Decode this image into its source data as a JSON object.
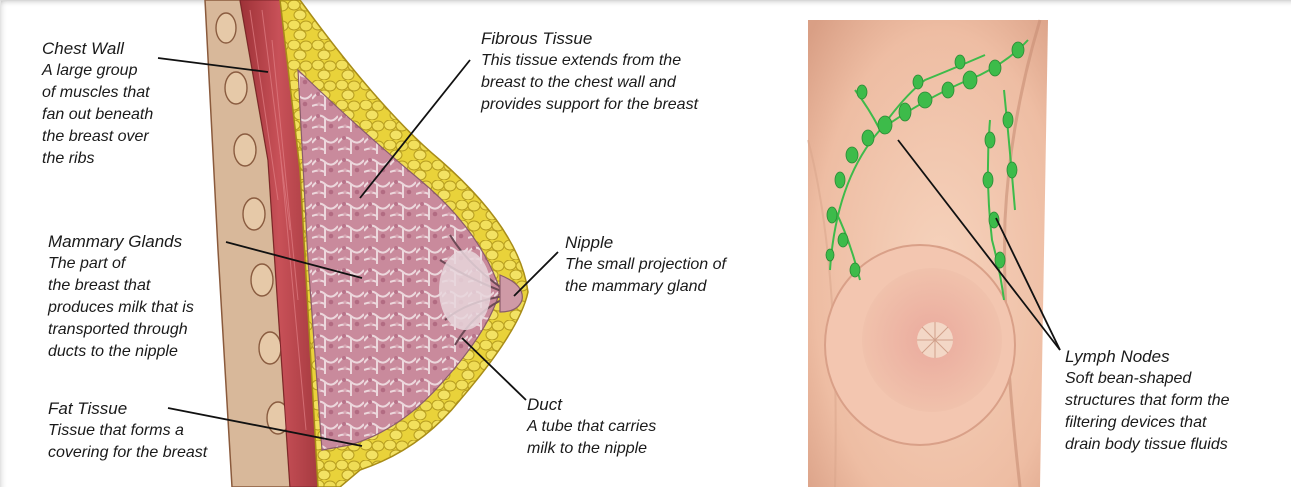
{
  "colors": {
    "muscle": "#b8454a",
    "fat": "#ecd93f",
    "gland": "#c8879a",
    "skin": "#f1c7ae",
    "lymph": "#3dbb4a",
    "leader": "#111111"
  },
  "labels": {
    "chest_wall": {
      "title": "Chest Wall",
      "description": "A large group\nof muscles that\nfan out beneath\nthe breast over\nthe ribs"
    },
    "fibrous_tissue": {
      "title": "Fibrous Tissue",
      "description": "This tissue extends from the\nbreast to the chest wall and\nprovides support for the breast"
    },
    "mammary_glands": {
      "title": "Mammary Glands",
      "description": "The part of\nthe breast that\nproduces milk that is\ntransported through\nducts to the nipple"
    },
    "nipple": {
      "title": "Nipple",
      "description": "The small projection of\nthe mammary gland"
    },
    "fat_tissue": {
      "title": "Fat Tissue",
      "description": "Tissue that forms a\ncovering for the breast"
    },
    "duct": {
      "title": "Duct",
      "description": "A tube that carries\nmilk to the nipple"
    },
    "lymph_nodes": {
      "title": "Lymph Nodes",
      "description": "Soft bean-shaped\nstructures that form the\nfiltering devices that\ndrain body tissue fluids"
    }
  }
}
